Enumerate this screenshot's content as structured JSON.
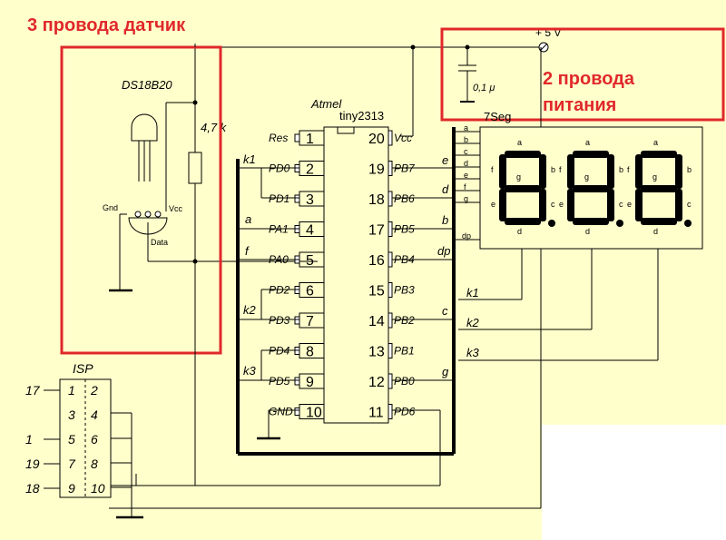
{
  "annotations": {
    "sensor_wires": "3 провода датчик",
    "power_wires_line1": "2 провода",
    "power_wires_line2": "питания"
  },
  "sensor": {
    "part": "DS18B20",
    "resistor": "4,7 k",
    "pins": {
      "gnd": "Gnd",
      "vcc": "Vcc",
      "data": "Data"
    }
  },
  "power": {
    "supply": "+ 5 V",
    "capacitor": "0,1 μ"
  },
  "mcu": {
    "vendor": "Atmel",
    "model": "tiny2313",
    "left_pins": [
      {
        "num": "1",
        "name": "Res",
        "net": ""
      },
      {
        "num": "2",
        "name": "PD0",
        "net": "k1"
      },
      {
        "num": "3",
        "name": "PD1",
        "net": ""
      },
      {
        "num": "4",
        "name": "PA1",
        "net": "a"
      },
      {
        "num": "5",
        "name": "PA0",
        "net": "f"
      },
      {
        "num": "6",
        "name": "PD2",
        "net": ""
      },
      {
        "num": "7",
        "name": "PD3",
        "net": "k2"
      },
      {
        "num": "8",
        "name": "PD4",
        "net": ""
      },
      {
        "num": "9",
        "name": "PD5",
        "net": "k3"
      },
      {
        "num": "10",
        "name": "GND",
        "net": ""
      }
    ],
    "right_pins": [
      {
        "num": "20",
        "name": "Vcc",
        "net": ""
      },
      {
        "num": "19",
        "name": "PB7",
        "net": "e"
      },
      {
        "num": "18",
        "name": "PB6",
        "net": "d"
      },
      {
        "num": "17",
        "name": "PB5",
        "net": "b"
      },
      {
        "num": "16",
        "name": "PB4",
        "net": "dp"
      },
      {
        "num": "15",
        "name": "PB3",
        "net": ""
      },
      {
        "num": "14",
        "name": "PB2",
        "net": "c"
      },
      {
        "num": "13",
        "name": "PB1",
        "net": ""
      },
      {
        "num": "12",
        "name": "PB0",
        "net": "g"
      },
      {
        "num": "11",
        "name": "PD6",
        "net": ""
      }
    ]
  },
  "display": {
    "name": "7Seg",
    "bus_labels": [
      "a",
      "b",
      "c",
      "d",
      "e",
      "f",
      "g",
      "dp"
    ],
    "seg_labels": {
      "a": "a",
      "b": "b",
      "c": "c",
      "d": "d",
      "e": "e",
      "f": "f",
      "g": "g"
    },
    "cathodes": [
      "k1",
      "k2",
      "k3"
    ]
  },
  "isp": {
    "title": "ISP",
    "pins": [
      {
        "left": "1",
        "right": "2",
        "ext": "17"
      },
      {
        "left": "3",
        "right": "4",
        "ext": ""
      },
      {
        "left": "5",
        "right": "6",
        "ext": "1"
      },
      {
        "left": "7",
        "right": "8",
        "ext": "19"
      },
      {
        "left": "9",
        "right": "10",
        "ext": "18"
      }
    ]
  }
}
